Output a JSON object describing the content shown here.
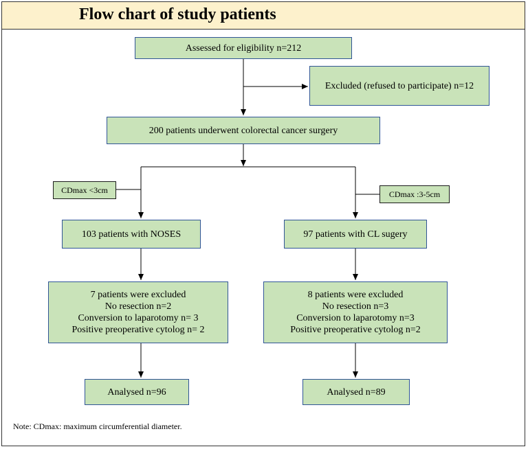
{
  "title": "Flow chart of study patients",
  "boxes": {
    "assessed": "Assessed for eligibility n=212",
    "excluded_refused": "Excluded (refused to participate)  n=12",
    "underwent_surgery": "200 patients underwent colorectal cancer surgery",
    "noses": "103 patients with NOSES",
    "cl": "97 patients with CL sugery",
    "noses_excluded": {
      "lines": [
        "7 patients were excluded",
        "No resection n=2",
        "Conversion to laparotomy n= 3",
        "Positive preoperative cytolog n= 2"
      ]
    },
    "cl_excluded": {
      "lines": [
        "8 patients were excluded",
        "No resection n=3",
        "Conversion to laparotomy n=3",
        "Positive preoperative cytolog n=2"
      ]
    },
    "noses_analysed": "Analysed n=96",
    "cl_analysed": "Analysed n=89"
  },
  "labels": {
    "cdmax_small": "CDmax <3cm",
    "cdmax_large": "CDmax :3-5cm"
  },
  "note": "Note: CDmax: maximum circumferential diameter.",
  "colors": {
    "box_fill": "#c9e3b9",
    "box_border": "#2f5496",
    "title_fill": "#fdf1cc"
  }
}
